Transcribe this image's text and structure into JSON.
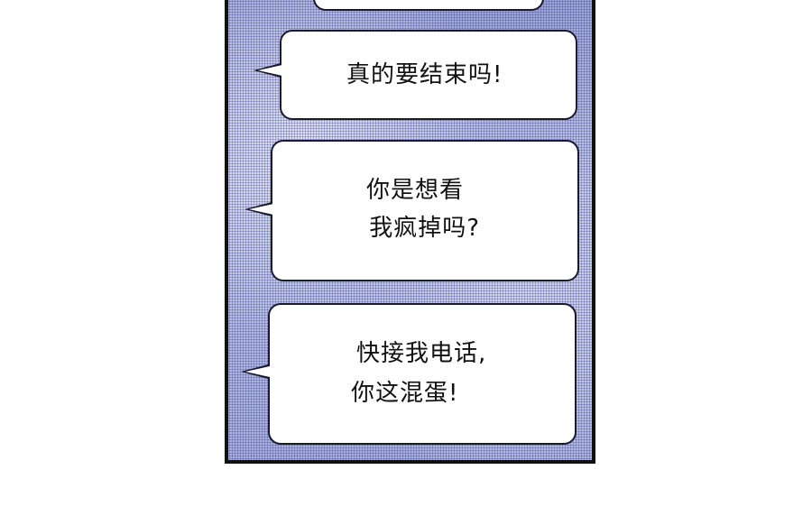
{
  "bubbles": [
    {
      "lines": [
        ""
      ]
    },
    {
      "lines": [
        "真的要结束吗!"
      ]
    },
    {
      "lines": [
        "你是想看",
        " 我疯掉吗?"
      ]
    },
    {
      "lines": [
        "快接我电话,",
        "你这混蛋!"
      ]
    }
  ],
  "colors": {
    "panel_border": "#111111",
    "bubble_fill": "#ffffff",
    "bubble_border": "#1a1a2e",
    "halftone": "#5a63b0"
  }
}
